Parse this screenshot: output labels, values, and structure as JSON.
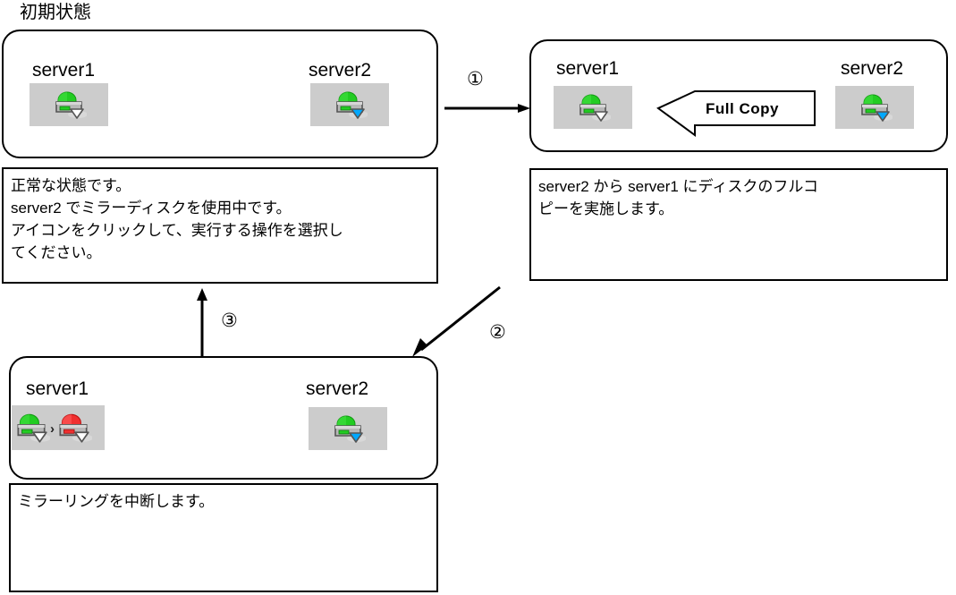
{
  "title": "初期状態",
  "colors": {
    "border": "#000000",
    "icon_plate": "#cccccc",
    "dome_green": "#22cc22",
    "dome_red": "#f03030",
    "triangle_blue": "#00a8ff",
    "triangle_white": "#ffffff",
    "disk_body": "#b8b8b8",
    "led_green": "#22cc22",
    "led_red": "#f03030",
    "background": "#ffffff"
  },
  "nodes": {
    "initial": {
      "server1": {
        "label": "server1",
        "icon": "mirror-disk-icon-green-standby"
      },
      "server2": {
        "label": "server2",
        "icon": "mirror-disk-icon-green-active"
      },
      "description": "正常な状態です。\nserver2 でミラーディスクを使用中です。\nアイコンをクリックして、実行する操作を選択し\nてください。"
    },
    "fullcopy": {
      "server1": {
        "label": "server1",
        "icon": "mirror-disk-icon-green-standby"
      },
      "server2": {
        "label": "server2",
        "icon": "mirror-disk-icon-green-active"
      },
      "copy_label": "Full Copy",
      "copy_direction": "server2-to-server1",
      "description": "server2 から server1 にディスクのフルコ\nピーを実施します。"
    },
    "suspend": {
      "server1": {
        "label": "server1",
        "icon": "mirror-disk-icon-green-to-red"
      },
      "server2": {
        "label": "server2",
        "icon": "mirror-disk-icon-green-active"
      },
      "separator": "›",
      "description": "ミラーリングを中断します。"
    }
  },
  "transitions": [
    {
      "id": "1",
      "marker": "①",
      "direction": "right",
      "from": "initial",
      "to": "fullcopy"
    },
    {
      "id": "2",
      "marker": "②",
      "direction": "diagonal-down-left",
      "from": "fullcopy",
      "to": "suspend"
    },
    {
      "id": "3",
      "marker": "③",
      "direction": "up",
      "from": "suspend",
      "to": "initial"
    }
  ]
}
